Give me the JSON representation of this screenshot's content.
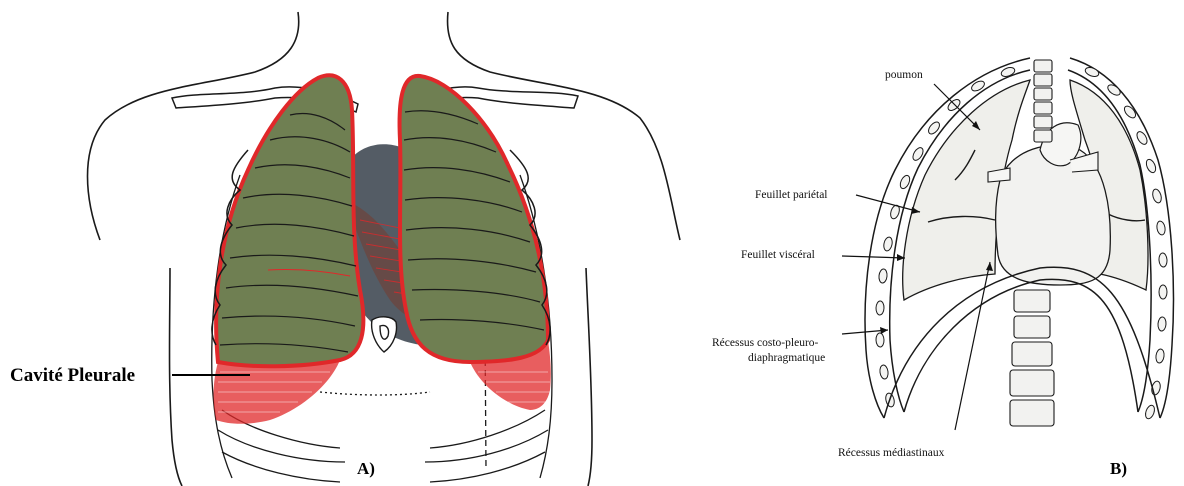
{
  "panel_a": {
    "label": "A)",
    "annotation": "Cavité Pleurale"
  },
  "panel_b": {
    "label": "B)",
    "labels": {
      "poumon": "poumon",
      "feuillet_parietal": "Feuillet pariétal",
      "feuillet_visceral": "Feuillet viscéral",
      "recessus_costo_line1": "Récessus costo-pleuro-",
      "recessus_costo_line2": "diaphragmatique",
      "recessus_mediastinaux": "Récessus médiastinaux"
    }
  },
  "colors": {
    "lung_fill": "#6f7f52",
    "pleura_red": "#e0282a",
    "heart_dark": "#3c4650",
    "heart_brown": "#6a4642",
    "line": "#1a1a1a"
  }
}
